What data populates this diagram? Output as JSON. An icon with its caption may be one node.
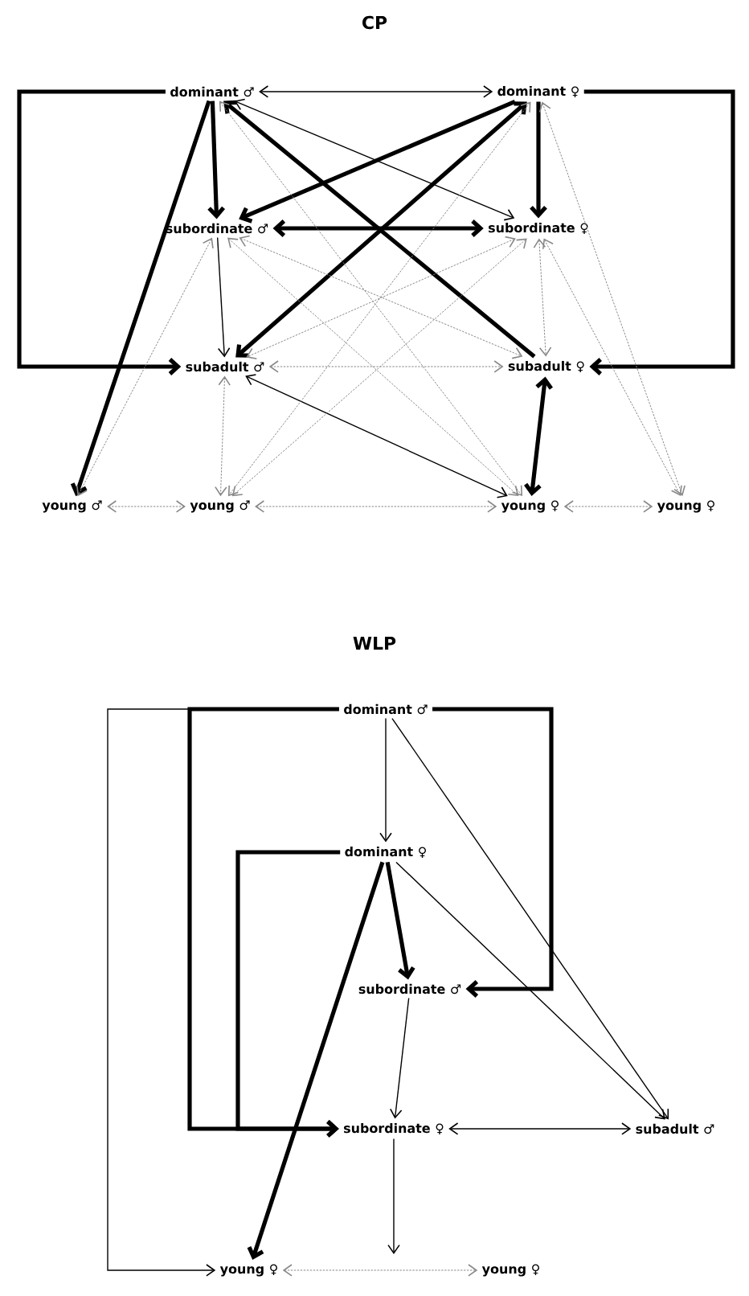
{
  "diagram": {
    "nodes": [
      {
        "text": [
          "dominant ♂"
        ]
      },
      {
        "text": [
          "dominant ♀"
        ]
      },
      {
        "text": [
          "subordinate ♂"
        ]
      },
      {
        "text": [
          "subordinate ♀"
        ]
      },
      {
        "text": [
          "subadult ♂"
        ]
      },
      {
        "text": [
          "subadult ♀"
        ]
      },
      {
        "text": [
          "young ♂"
        ]
      },
      {
        "text": [
          "young ♂"
        ]
      },
      {
        "text": [
          "young ♀"
        ]
      },
      {
        "text": [
          "young ♀"
        ]
      },
      {
        "text": [
          "dominant ♂"
        ]
      },
      {
        "text": [
          "dominant ♀"
        ]
      },
      {
        "text": [
          "subordinate ♂"
        ]
      },
      {
        "text": [
          "subordinate ♀"
        ]
      },
      {
        "text": [
          "subadult ♂"
        ]
      },
      {
        "text": [
          "young ♀"
        ]
      },
      {
        "text": [
          "young ♀"
        ]
      }
    ],
    "edges": [
      {
        "from": 0,
        "to": 1,
        "arrow": "both"
      },
      {
        "from": 0,
        "to": 2,
        "arrow": "to",
        "style": "thick"
      },
      {
        "from": 1,
        "to": 3,
        "arrow": "to",
        "style": "thick"
      },
      {
        "from": 0,
        "to": 4,
        "arrow": "to",
        "style": "thick"
      },
      {
        "from": 1,
        "to": 5,
        "arrow": "to",
        "style": "thick"
      },
      {
        "from": 0,
        "to": 6,
        "arrow": "to",
        "style": "thick"
      },
      {
        "from": 2,
        "to": 4,
        "arrow": "to"
      },
      {
        "from": 2,
        "to": 3,
        "arrow": "both",
        "style": "thick"
      },
      {
        "from": 1,
        "to": 2,
        "arrow": "to",
        "style": "thick"
      },
      {
        "from": 1,
        "to": 4,
        "arrow": "both",
        "style": "thick"
      },
      {
        "from": 5,
        "to": 0,
        "arrow": "to",
        "style": "thick"
      },
      {
        "from": 0,
        "to": 3,
        "arrow": "both"
      },
      {
        "from": 5,
        "to": 8,
        "arrow": "both",
        "style": "thick"
      },
      {
        "from": 4,
        "to": 8,
        "arrow": "both"
      },
      {
        "from": 2,
        "to": 6,
        "arrow": "both",
        "style": "dashed",
        "color": "#888888"
      },
      {
        "from": 4,
        "to": 7,
        "arrow": "both",
        "style": "dashed",
        "color": "#888888"
      },
      {
        "from": 6,
        "to": 7,
        "arrow": "both",
        "style": "dashed",
        "color": "#888888"
      },
      {
        "from": 7,
        "to": 8,
        "arrow": "both",
        "style": "dashed",
        "color": "#888888"
      },
      {
        "from": 8,
        "to": 9,
        "arrow": "both",
        "style": "dashed",
        "color": "#888888"
      },
      {
        "from": 4,
        "to": 5,
        "arrow": "both",
        "style": "dashed",
        "color": "#888888"
      },
      {
        "from": 3,
        "to": 5,
        "arrow": "both",
        "style": "dashed",
        "color": "#888888"
      },
      {
        "from": 1,
        "to": 9,
        "arrow": "both",
        "style": "dashed",
        "color": "#888888"
      },
      {
        "from": 3,
        "to": 9,
        "arrow": "both",
        "style": "dashed",
        "color": "#888888"
      },
      {
        "from": 0,
        "to": 8,
        "arrow": "both",
        "style": "dashed",
        "color": "#888888"
      },
      {
        "from": 1,
        "to": 7,
        "arrow": "both",
        "style": "dashed",
        "color": "#888888"
      },
      {
        "from": 2,
        "to": 8,
        "arrow": "both",
        "style": "dashed",
        "color": "#888888"
      },
      {
        "from": 3,
        "to": 7,
        "arrow": "both",
        "style": "dashed",
        "color": "#888888"
      },
      {
        "from": 2,
        "to": 5,
        "arrow": "both",
        "style": "dashed",
        "color": "#888888"
      },
      {
        "from": 3,
        "to": 4,
        "arrow": "both",
        "style": "dashed",
        "color": "#888888"
      },
      {
        "from": 10,
        "to": 11,
        "arrow": "to"
      },
      {
        "from": 11,
        "to": 12,
        "arrow": "to",
        "style": "thick"
      },
      {
        "from": 12,
        "to": 13,
        "arrow": "to"
      },
      {
        "from": 13,
        "to": null,
        "arrow": "to"
      },
      {
        "from": 15,
        "to": 16,
        "arrow": "both",
        "style": "dashed",
        "color": "#888888"
      },
      {
        "from": 13,
        "to": 14,
        "arrow": "both"
      },
      {
        "from": 10,
        "to": 14,
        "arrow": "to"
      },
      {
        "from": 11,
        "to": 14,
        "arrow": "to"
      },
      {
        "from": 10,
        "to": 12,
        "arrow": "to",
        "style": "thick"
      },
      {
        "from": 10,
        "to": 13,
        "arrow": "to",
        "style": "thick"
      },
      {
        "from": 11,
        "to": 13,
        "arrow": "to",
        "style": "thick"
      },
      {
        "from": 11,
        "to": 15,
        "arrow": "to",
        "style": "thick"
      },
      {
        "from": 10,
        "to": 15,
        "arrow": "to"
      }
    ],
    "labels": [
      "CP",
      "WLP"
    ]
  }
}
